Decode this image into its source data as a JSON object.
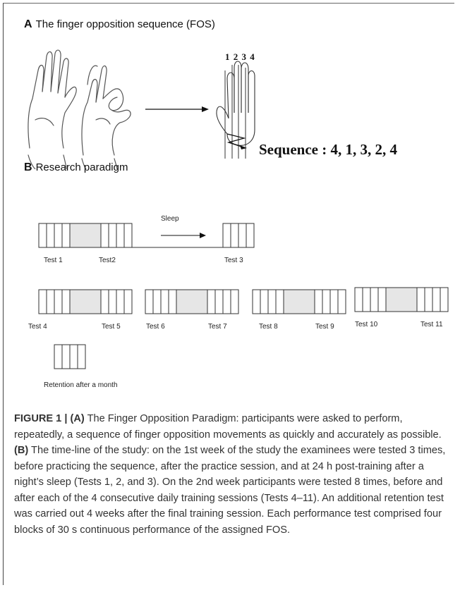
{
  "panel_a": {
    "letter": "A",
    "title": "The finger opposition sequence (FOS)",
    "finger_numbers": "1 2 3 4",
    "sequence": "Sequence : 4, 1, 3, 2, 4"
  },
  "panel_b": {
    "letter": "B",
    "title": "Research paradigm",
    "sleep": "Sleep",
    "tests": [
      "Test 1",
      "Test2",
      "Test 3",
      "Test 4",
      "Test 5",
      "Test 6",
      "Test 7",
      "Test 8",
      "Test 9",
      "Test 10",
      "Test 11"
    ],
    "retention": "Retention after a month"
  },
  "caption": {
    "figure_label": "FIGURE 1 |",
    "a_label": "(A)",
    "a_text": " The Finger Opposition Paradigm: participants were asked to perform, repeatedly, a sequence of finger opposition movements as quickly and accurately as possible. ",
    "b_label": "(B)",
    "b_text": " The time-line of the study: on the 1st week of the study the examinees were tested 3 times, before practicing the sequence, after the practice session, and at 24 h post-training after a night’s sleep (Tests 1, 2, and 3). On the 2nd week participants were tested 8 times, before and after each of the 4 consecutive daily training sessions (Tests 4–11). An additional retention test was carried out 4 weeks after the final training session. Each performance test comprised four blocks of 30 s continuous performance of the assigned FOS."
  }
}
